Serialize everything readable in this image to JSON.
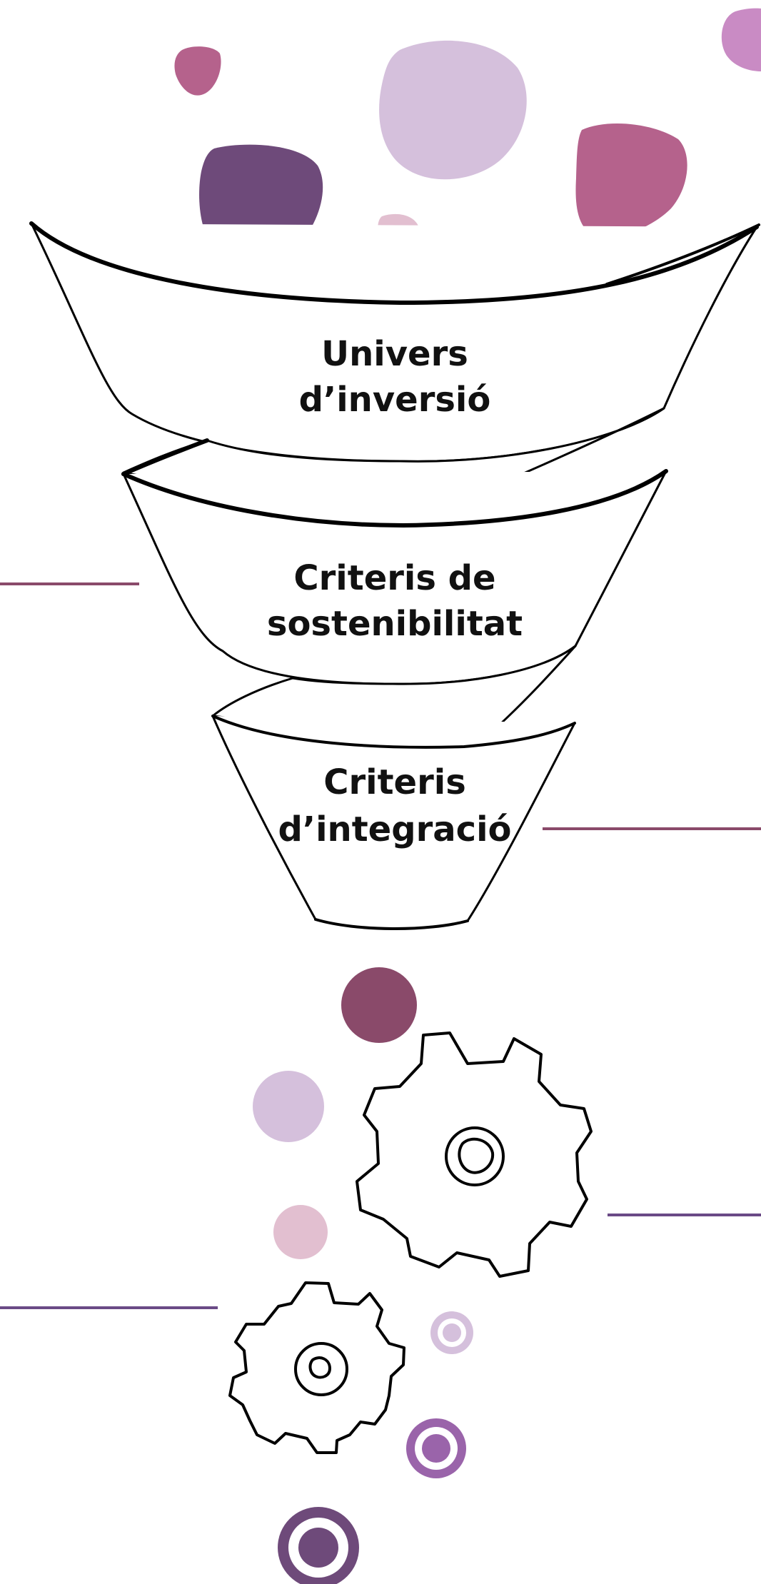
{
  "colors": {
    "plum": "#6e4a7a",
    "lavender": "#d5c0dc",
    "rose": "#b5628c",
    "blush": "#e2bfd0",
    "orchid": "#c98bc4",
    "wine": "#8a4a6a",
    "violet": "#9a64aa",
    "line_wine": "#8a4a6a",
    "line_violet": "#6a4a86"
  },
  "funnel": {
    "stage1": {
      "line1": "Univers",
      "line2": "d’inversió"
    },
    "stage2": {
      "line1": "Criteris de",
      "line2": "sostenibilitat"
    },
    "stage3": {
      "line1": "Criteris",
      "line2": "d’integració"
    }
  },
  "icons": {
    "large_gear": "gear-icon",
    "small_gear": "gear-icon",
    "target": "target-icon"
  }
}
